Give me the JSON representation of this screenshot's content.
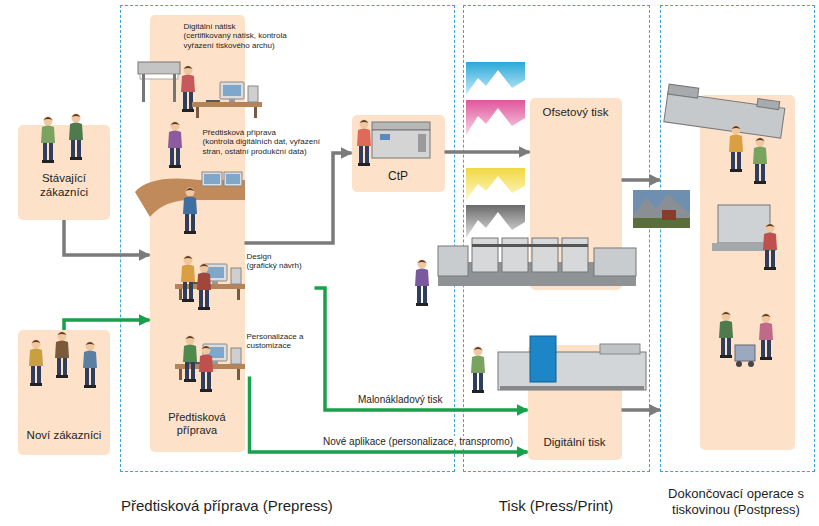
{
  "diagram": {
    "nodes": [
      {
        "text": [
          "Stávající zákazníci"
        ]
      },
      {
        "text": [
          "Noví zákazníci"
        ]
      },
      {
        "text": [
          "Předtisková příprava (Prepress)"
        ]
      },
      {
        "text": [
          "Předtisková příprava"
        ],
        "in": 2
      },
      {
        "text": [
          "Digitální nátisk",
          "(certifikovaný nátisk, kontrola vyřazení tiskového archu)"
        ],
        "in": 3
      },
      {
        "text": [
          "Předtisková příprava",
          "(kontrola digitálních dat, vyřazení stran, ostatní produkční data)"
        ],
        "in": 3
      },
      {
        "text": [
          "Design",
          "(grafický návrh)"
        ],
        "in": 3
      },
      {
        "text": [
          "Personalizace a customizace"
        ],
        "in": 3
      },
      {
        "text": [
          "CtP"
        ],
        "in": 2
      },
      {
        "text": [
          "Tisk (Press/Print)"
        ]
      },
      {
        "text": [
          "Ofsetový tisk"
        ],
        "in": 9
      },
      {
        "text": [
          "Digitální tisk"
        ],
        "in": 9
      },
      {
        "text": [
          "Dokončovací operace s tiskovinou (Postpress)"
        ]
      }
    ],
    "edges": [
      {
        "from": 0,
        "to": 3,
        "arrow": "to"
      },
      {
        "from": 1,
        "to": 3,
        "arrow": "to"
      },
      {
        "from": 3,
        "to": 8,
        "arrow": "to"
      },
      {
        "from": 8,
        "to": 10,
        "arrow": "to"
      },
      {
        "from": 6,
        "to": 11,
        "arrow": "to",
        "label": "Malonákladový tisk"
      },
      {
        "from": 7,
        "to": 11,
        "arrow": "to",
        "label": "Nové aplikace (personalizace, transpromo)"
      },
      {
        "from": 10,
        "to": 12,
        "arrow": "to"
      },
      {
        "from": 11,
        "to": 12,
        "arrow": "to"
      }
    ]
  }
}
